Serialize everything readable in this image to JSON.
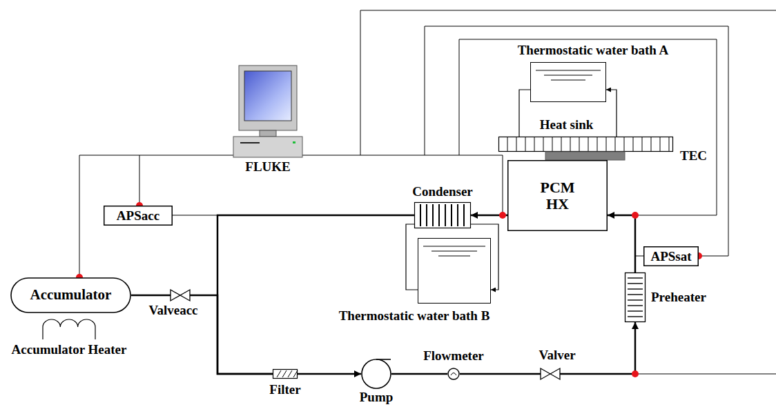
{
  "diagram": {
    "nodes": [
      {
        "text": [
          "Thermostatic water bath A"
        ]
      },
      {
        "text": [
          "Heat sink"
        ]
      },
      {
        "text": [
          "TEC"
        ]
      },
      {
        "text": [
          "FLUKE"
        ]
      },
      {
        "text": [
          "Condenser"
        ]
      },
      {
        "text": [
          "PCM HX"
        ]
      },
      {
        "text": [
          "APSacc"
        ]
      },
      {
        "text": [
          "APSsat"
        ]
      },
      {
        "text": [
          "Accumulator"
        ]
      },
      {
        "text": [
          "Valveacc"
        ]
      },
      {
        "text": [
          "Accumulator Heater"
        ]
      },
      {
        "text": [
          "Preheater"
        ]
      },
      {
        "text": [
          "Thermostatic water bath B"
        ]
      },
      {
        "text": [
          "Filter"
        ]
      },
      {
        "text": [
          "Pump"
        ]
      },
      {
        "text": [
          "Flowmeter"
        ]
      },
      {
        "text": [
          "Valver"
        ]
      }
    ],
    "edges": [
      {
        "from": 5,
        "to": 4,
        "arrow": "to"
      },
      {
        "from": 4,
        "to": 13,
        "arrow": "none"
      },
      {
        "from": 8,
        "to": 9,
        "arrow": "none"
      },
      {
        "from": 9,
        "to": 13,
        "arrow": "none"
      },
      {
        "from": 13,
        "to": 14,
        "arrow": "to"
      },
      {
        "from": 14,
        "to": 15,
        "arrow": "none"
      },
      {
        "from": 15,
        "to": 16,
        "arrow": "none"
      },
      {
        "from": 16,
        "to": 11,
        "arrow": "to"
      },
      {
        "from": 11,
        "to": 5,
        "arrow": "to"
      },
      {
        "from": 1,
        "to": 0,
        "arrow": "to"
      },
      {
        "from": 0,
        "to": 1,
        "arrow": "none"
      },
      {
        "from": 4,
        "to": 12,
        "arrow": "to"
      },
      {
        "from": 12,
        "to": 4,
        "arrow": "none"
      }
    ]
  }
}
